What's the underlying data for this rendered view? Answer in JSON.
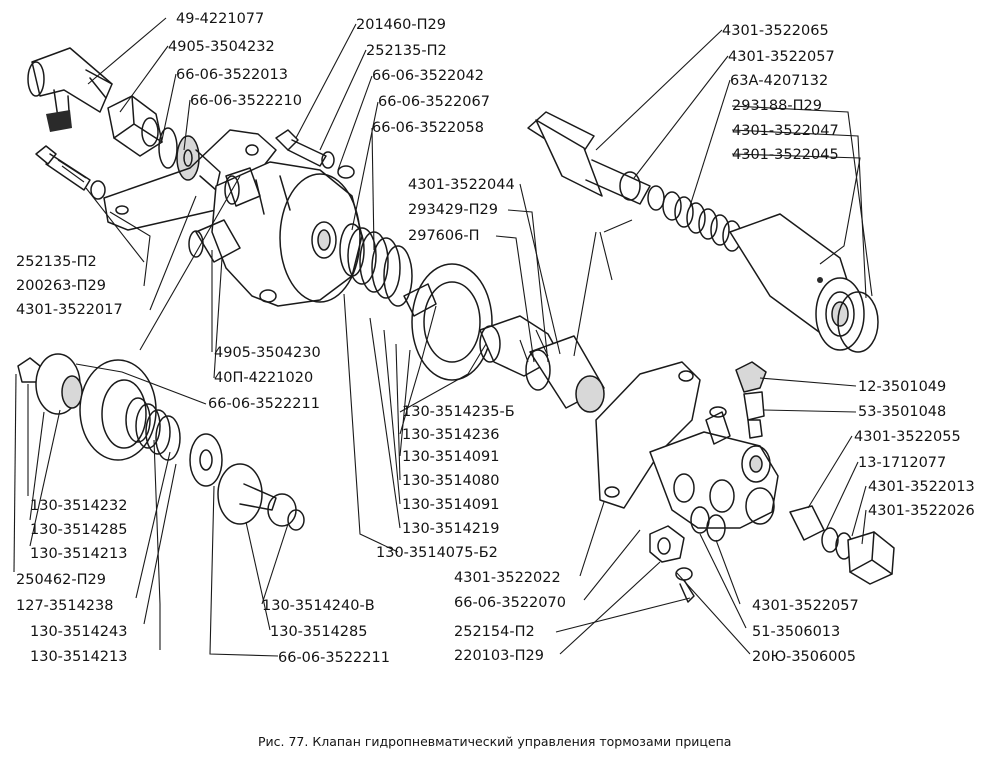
{
  "figure": {
    "caption": "Рис. 77. Клапан гидропневматический управления тормозами прицепа"
  },
  "labels": [
    "49-4221077",
    "4905-3504232",
    "66-06-3522013",
    "66-06-3522210",
    "201460-П29",
    "252135-П2",
    "66-06-3522042",
    "66-06-3522067",
    "66-06-3522058",
    "4301-3522065",
    "4301-3522057",
    "63А-4207132",
    "293188-П29",
    "4301-3522047",
    "4301-3522045",
    "4301-3522044",
    "293429-П29",
    "297606-П",
    "252135-П2",
    "200263-П29",
    "4301-3522017",
    "4905-3504230",
    "40П-4221020",
    "66-06-3522211",
    "130-3514235-Б",
    "130-3514236",
    "130-3514091",
    "130-3514080",
    "130-3514091",
    "130-3514219",
    "130-3514075-Б2",
    "12-3501049",
    "53-3501048",
    "4301-3522055",
    "13-1712077",
    "4301-3522013",
    "4301-3522026",
    "130-3514232",
    "130-3514285",
    "130-3514213",
    "250462-П29",
    "127-3514238",
    "130-3514243",
    "130-3514213",
    "130-3514240-В",
    "130-3514285",
    "66-06-3522211",
    "4301-3522022",
    "66-06-3522070",
    "252154-П2",
    "220103-П29",
    "4301-3522057",
    "51-3506013",
    "20Ю-3506005"
  ]
}
